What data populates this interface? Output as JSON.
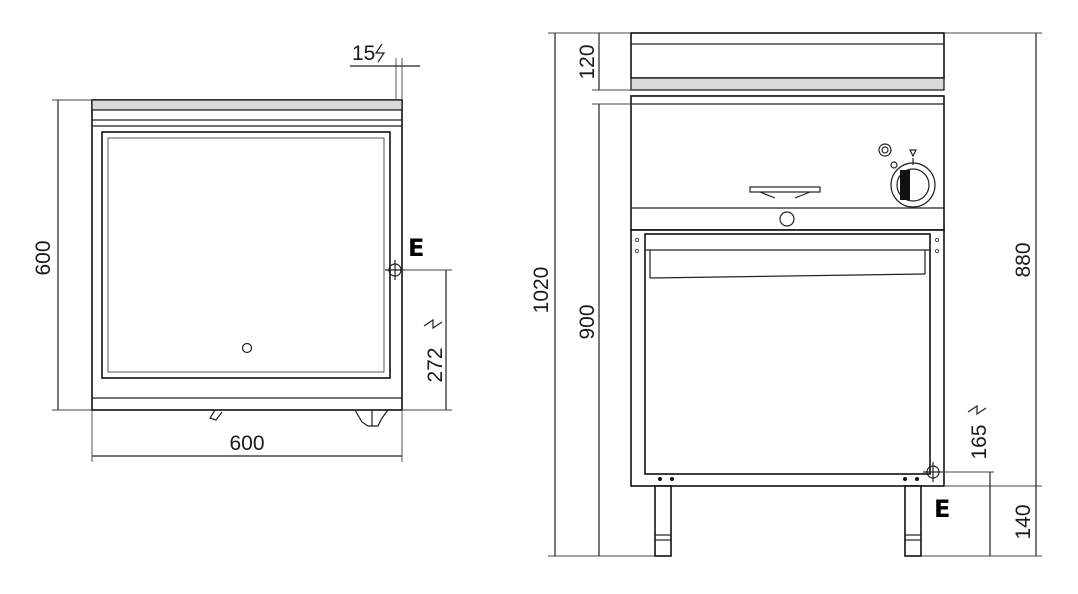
{
  "top_view": {
    "width_label": "600",
    "depth_label": "600",
    "offset_label": "15",
    "connection_height_label": "272",
    "connection_mark": "E"
  },
  "front_view": {
    "backsplash_label": "120",
    "total_height_label": "1020",
    "work_height_label": "900",
    "body_height_label": "880",
    "connection_label": "165",
    "leg_height_label": "140",
    "connection_mark": "E"
  },
  "colors": {
    "line": "#222222",
    "panel": "#d9d9d9"
  }
}
